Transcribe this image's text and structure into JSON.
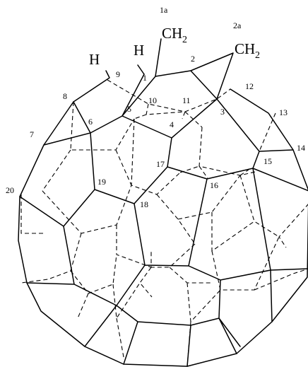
{
  "labels": {
    "n1": "1",
    "n1a": "1a",
    "n2": "2",
    "n2a": "2a",
    "n3": "3",
    "n4": "4",
    "n5": "5",
    "n6": "6",
    "n7": "7",
    "n8": "8",
    "n9": "9",
    "n10": "10",
    "n11": "11",
    "n12": "12",
    "n13": "13",
    "n14": "14",
    "n15": "15",
    "n16": "16",
    "n17": "17",
    "n18": "18",
    "n19": "19",
    "n20": "20"
  },
  "atoms": {
    "h_left": "H",
    "h_right": "H",
    "ch2_left": "CH",
    "ch2_left_sub": "2",
    "ch2_right": "CH",
    "ch2_right_sub": "2"
  }
}
